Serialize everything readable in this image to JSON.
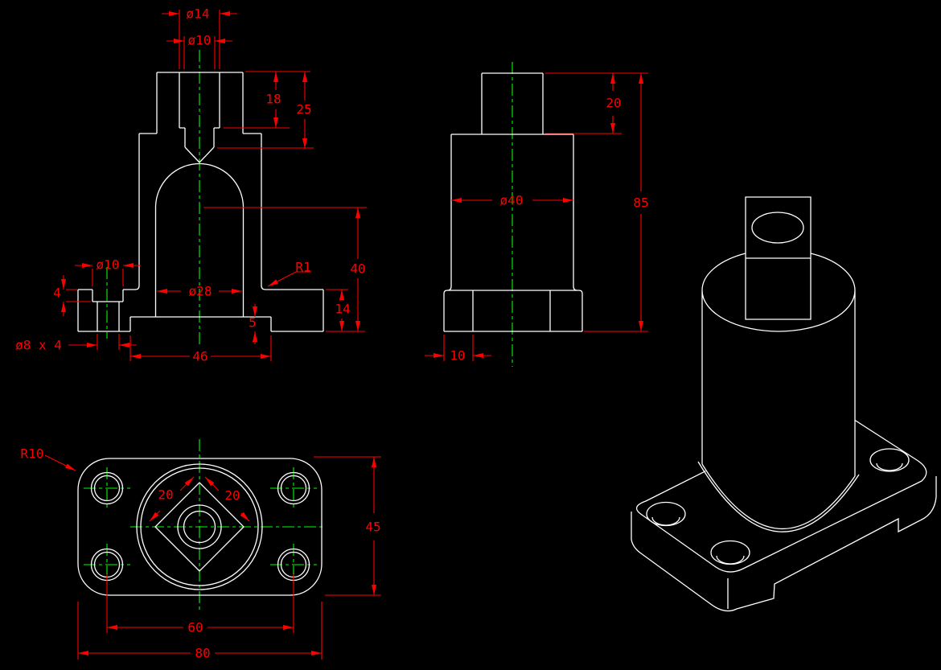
{
  "app": {
    "type": "cad-drawing-screenshot",
    "background": "#000000",
    "colors": {
      "geometry": "#ffffff",
      "dimension": "#ff0000",
      "centerline": "#00ff00"
    }
  },
  "dimensions": {
    "front": {
      "dia_top_counterbore": "ø14",
      "dia_top_hole": "ø10",
      "depth_counterbore": "18",
      "depth_hole": "25",
      "dia_base_counterbore": "ø10",
      "depth_base_counterbore": "4",
      "base_holes": "ø8 x 4",
      "dia_bore": "ø28",
      "fillet_radius": "R1",
      "height_bore": "40",
      "height_flange": "14",
      "depth_recess": "5",
      "width_recess": "46"
    },
    "side": {
      "height_boss": "20",
      "height_total": "85",
      "dia_cylinder": "ø40",
      "offset_foot": "10"
    },
    "plan": {
      "radius_corner": "R10",
      "boss_edge_left": "20",
      "boss_edge_right": "20",
      "depth_flange": "45",
      "spacing_holes": "60",
      "width_flange": "80"
    }
  }
}
